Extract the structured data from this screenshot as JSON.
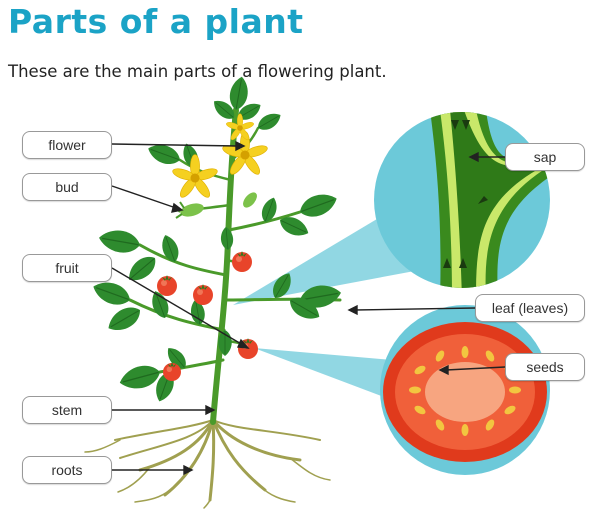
{
  "title": "Parts of a plant",
  "subtitle": "These are the main parts of a flowering plant.",
  "labels": {
    "flower": "flower",
    "bud": "bud",
    "fruit": "fruit",
    "stem": "stem",
    "roots": "roots",
    "sap": "sap",
    "leaf": "leaf (leaves)",
    "seeds": "seeds"
  },
  "colors": {
    "title": "#1ba3c6",
    "leaf": "#2e8b2e",
    "stem": "#4a9a2a",
    "flower": "#f5d020",
    "tomato": "#e8442a",
    "callout": "#6cc9d9",
    "roots": "#9a9a4a"
  }
}
